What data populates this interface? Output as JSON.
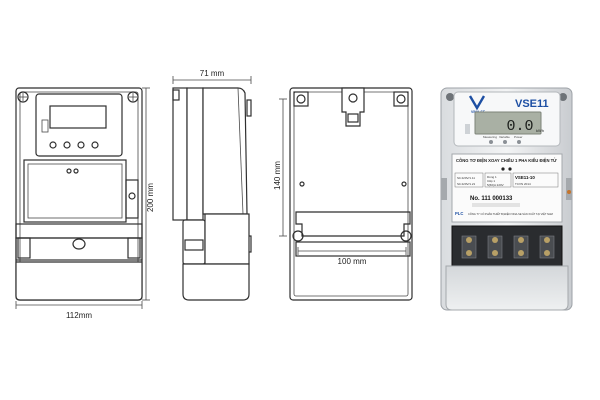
{
  "dimensions": {
    "height": "200 mm",
    "depth": "71 mm",
    "width": "112mm",
    "mount_height": "140 mm",
    "mount_width": "100 mm"
  },
  "product": {
    "brand_tag": "VINA-SE",
    "model": "VSE11",
    "lcd_reading": "0.0",
    "lcd_unit": "kWh",
    "indicators": [
      "Measuring",
      "Variable",
      "Power"
    ],
    "title": "CÔNG TƠ ĐIỆN XOAY CHIỀU 1 PHA KIỂU ĐIỆN TỬ",
    "spec_left": [
      "Số 220V/1.11",
      "Số 220V/1.21"
    ],
    "spec_mid": [
      "Dòng 1",
      "Cấp 1",
      "5(60)A 220V"
    ],
    "spec_right": [
      "VSE11-10",
      "TCVN 2014"
    ],
    "type_code": "VSE11-10",
    "serial": "No. 111 000133",
    "logo_tag": "PLC",
    "footer": "CÔNG TY CỔ PHẦN THIẾT BỊ ĐIỆN VINA-SE SẢN XUẤT TẠI VIỆT NAM"
  }
}
